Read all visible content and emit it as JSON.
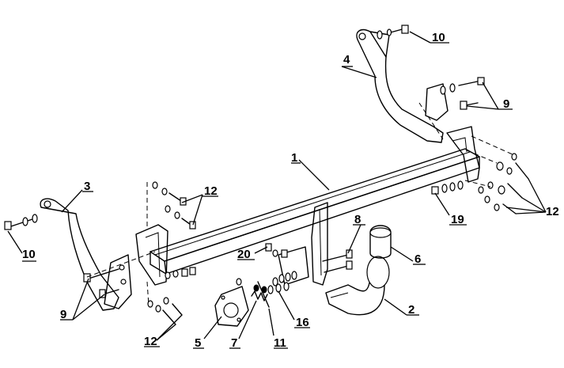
{
  "diagram": {
    "callouts": [
      {
        "id": "c1",
        "label": "1"
      },
      {
        "id": "c2",
        "label": "2"
      },
      {
        "id": "c3",
        "label": "3"
      },
      {
        "id": "c4",
        "label": "4"
      },
      {
        "id": "c5",
        "label": "5"
      },
      {
        "id": "c6",
        "label": "6"
      },
      {
        "id": "c7",
        "label": "7"
      },
      {
        "id": "c8",
        "label": "8"
      },
      {
        "id": "c9a",
        "label": "9"
      },
      {
        "id": "c9b",
        "label": "9"
      },
      {
        "id": "c10a",
        "label": "10"
      },
      {
        "id": "c10b",
        "label": "10"
      },
      {
        "id": "c11",
        "label": "11"
      },
      {
        "id": "c12a",
        "label": "12"
      },
      {
        "id": "c12b",
        "label": "12"
      },
      {
        "id": "c12c",
        "label": "12"
      },
      {
        "id": "c16",
        "label": "16"
      },
      {
        "id": "c19",
        "label": "19"
      },
      {
        "id": "c20",
        "label": "20"
      }
    ]
  }
}
